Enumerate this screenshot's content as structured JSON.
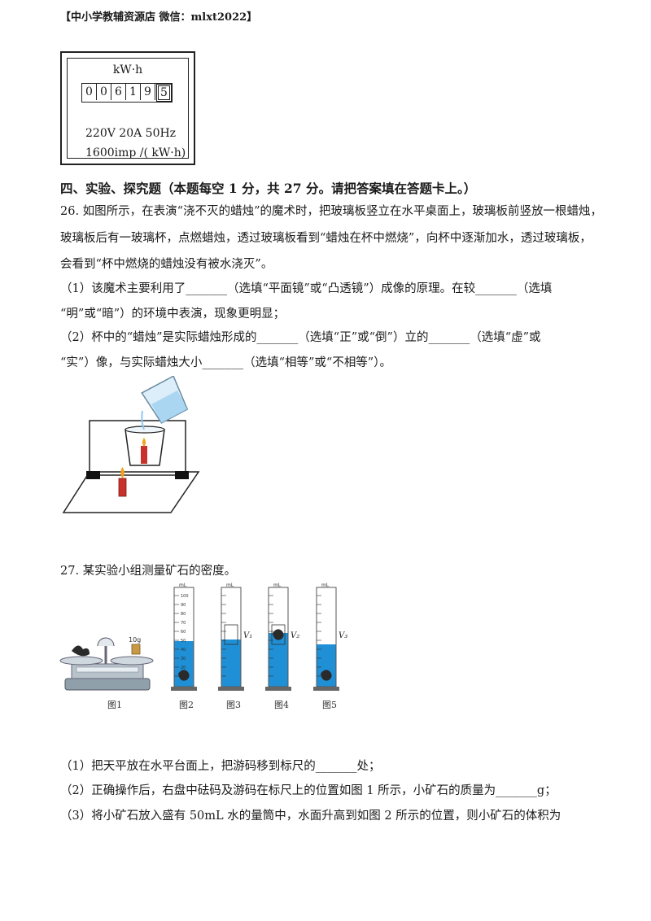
{
  "header": "【中小学教辅资源店  微信：mlxt2022】",
  "meter": {
    "unit": "kW·h",
    "digits": [
      "0",
      "0",
      "6",
      "1",
      "9",
      "5"
    ],
    "spec_line1": "220V   20A  50Hz",
    "spec_line2": "1600imp  /( kW·h)"
  },
  "section_title": "四、实验、探究题（本题每空 1 分，共 27 分。请把答案填在答题卡上。）",
  "q26": {
    "lines": [
      "26. 如图所示，在表演“浇不灭的蜡烛”的魔术时，把玻璃板竖立在水平桌面上，玻璃板前竖放一根蜡烛，",
      "玻璃板后有一玻璃杯，点燃蜡烛，透过玻璃板看到“蜡烛在杯中燃烧”，向杯中逐渐加水，透过玻璃板，",
      "会看到“杯中燃烧的蜡烛没有被水浇灭”。",
      "（1）该魔术主要利用了_______（选填“平面镜”或“凸透镜”）成像的原理。在较_______（选填",
      "“明”或“暗”）的环境中表演，现象更明显；",
      "（2）杯中的“蜡烛”是实际蜡烛形成的_______（选填“正”或“倒”）立的_______（选填“虚”或",
      "“实”）像，与实际蜡烛大小_______（选填“相等”或“不相等”）。"
    ]
  },
  "q27": {
    "intro": "27. 某实验小组测量矿石的密度。",
    "figure": {
      "weight_label": "10g",
      "cylinder_unit": "mL",
      "scale_ticks": [
        "100",
        "90",
        "80",
        "70",
        "60",
        "50",
        "40",
        "30",
        "20",
        "10"
      ],
      "v_labels": [
        "V₁",
        "V₂",
        "V₃"
      ],
      "captions": [
        "图1",
        "图2",
        "图3",
        "图4",
        "图5"
      ]
    },
    "lines": [
      "（1）把天平放在水平台面上，把游码移到标尺的_______处；",
      "（2）正确操作后，右盘中砝码及游码在标尺上的位置如图 1 所示，小矿石的质量为_______g；",
      "（3）将小矿石放入盛有 50mL 水的量筒中，水面升高到如图 2 所示的位置，则小矿石的体积为"
    ]
  },
  "colors": {
    "water": "#1f8fd6",
    "candle": "#c8322a",
    "flame": "#f3a21c",
    "stone": "#2a2a2a"
  }
}
